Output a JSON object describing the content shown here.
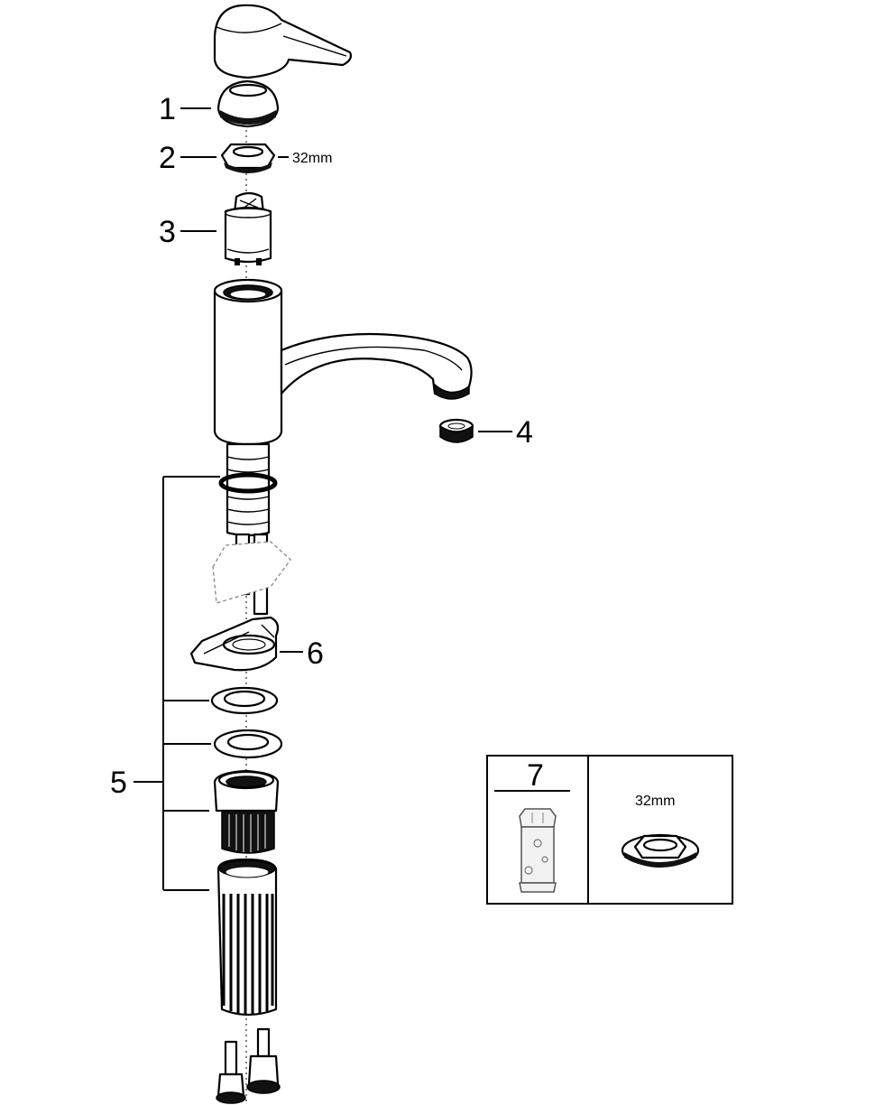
{
  "callouts": {
    "c1": "1",
    "c2": "2",
    "c3": "3",
    "c4": "4",
    "c5": "5",
    "c6": "6",
    "c7": "7"
  },
  "dimensions": {
    "nut_size": "32mm",
    "inset_nut_size": "32mm"
  },
  "colors": {
    "line": "#000000",
    "background": "#ffffff",
    "inset_part": "#888888"
  }
}
